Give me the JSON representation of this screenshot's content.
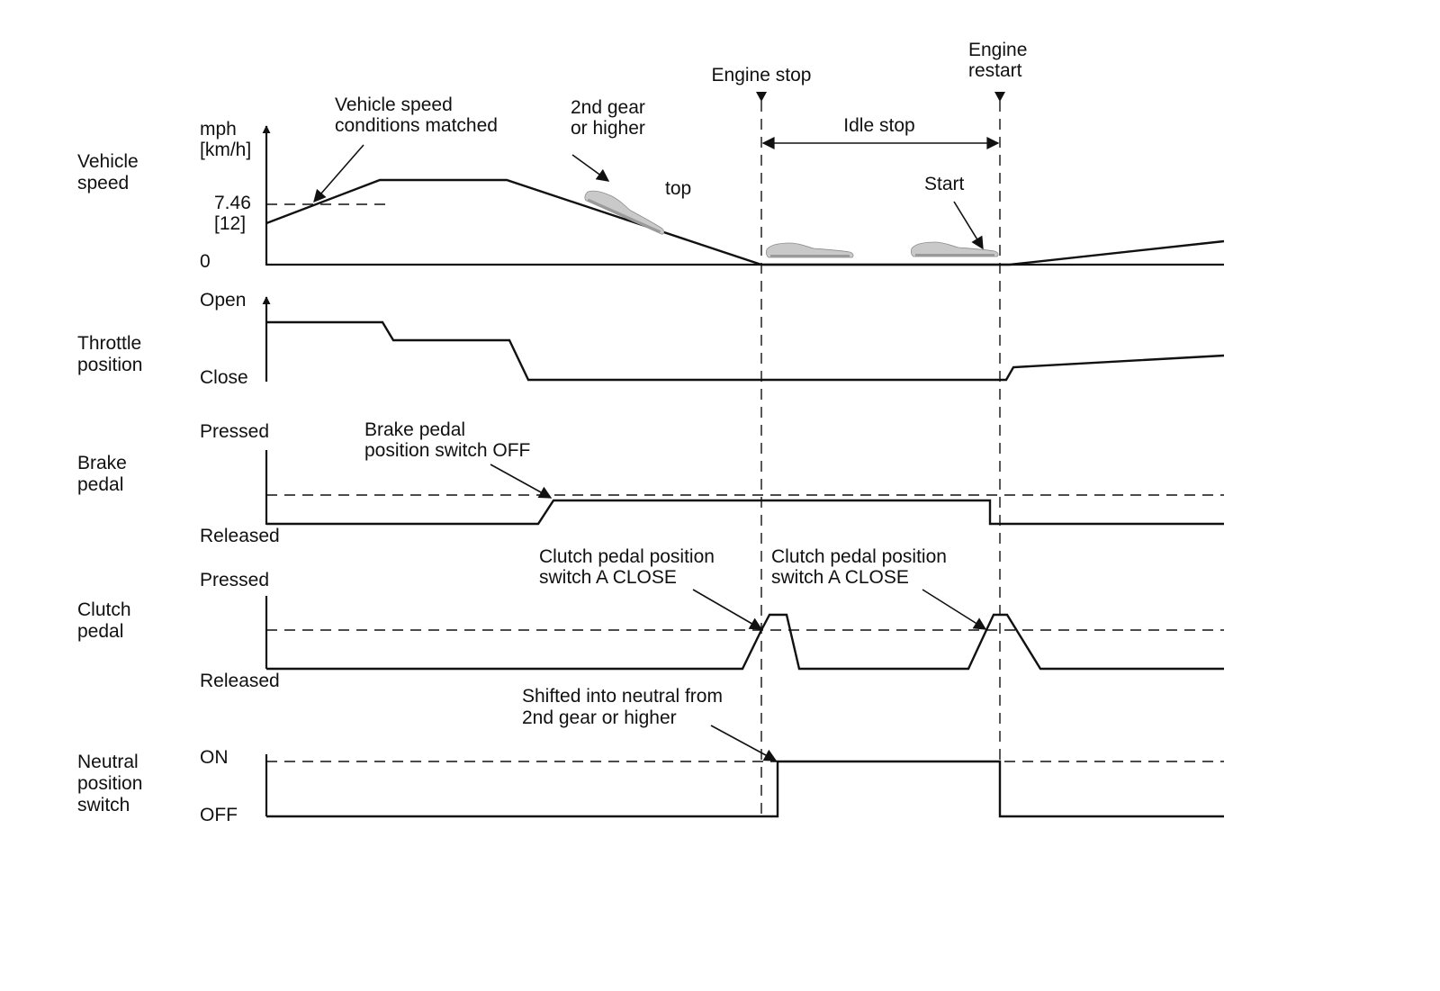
{
  "rows": {
    "speed": {
      "label_line1": "Vehicle",
      "label_line2": "speed",
      "unit_line1": "mph",
      "unit_line2": "[km/h]",
      "threshold_line1": "7.46",
      "threshold_line2": "[12]",
      "zero_label": "0"
    },
    "throttle": {
      "label_line1": "Throttle",
      "label_line2": "position",
      "high_label": "Open",
      "low_label": "Close"
    },
    "brake": {
      "label_line1": "Brake",
      "label_line2": "pedal",
      "high_label": "Pressed",
      "low_label": "Released"
    },
    "clutch": {
      "label_line1": "Clutch",
      "label_line2": "pedal",
      "high_label": "Pressed",
      "low_label": "Released"
    },
    "neutral": {
      "label_line1": "Neutral",
      "label_line2": "position",
      "label_line3": "switch",
      "high_label": "ON",
      "low_label": "OFF"
    }
  },
  "annotations": {
    "speed_matched_line1": "Vehicle speed",
    "speed_matched_line2": "conditions matched",
    "gear_line1": "2nd gear",
    "gear_line2": "or higher",
    "top": "top",
    "start": "Start",
    "engine_stop": "Engine stop",
    "engine_restart_line1": "Engine",
    "engine_restart_line2": "restart",
    "idle_stop": "Idle stop",
    "brake_switch_line1": "Brake pedal",
    "brake_switch_line2": "position switch OFF",
    "clutch_a_line1": "Clutch pedal position",
    "clutch_a_line2": "switch A CLOSE",
    "clutch_b_line1": "Clutch pedal position",
    "clutch_b_line2": "switch A CLOSE",
    "neutral_shift_line1": "Shifted into neutral from",
    "neutral_shift_line2": "2nd gear or higher"
  },
  "icons": {
    "car_descending": "car-icon",
    "car_stopped": "car-icon",
    "car_starting": "car-icon"
  },
  "colors": {
    "line": "#111111",
    "background": "#ffffff"
  }
}
